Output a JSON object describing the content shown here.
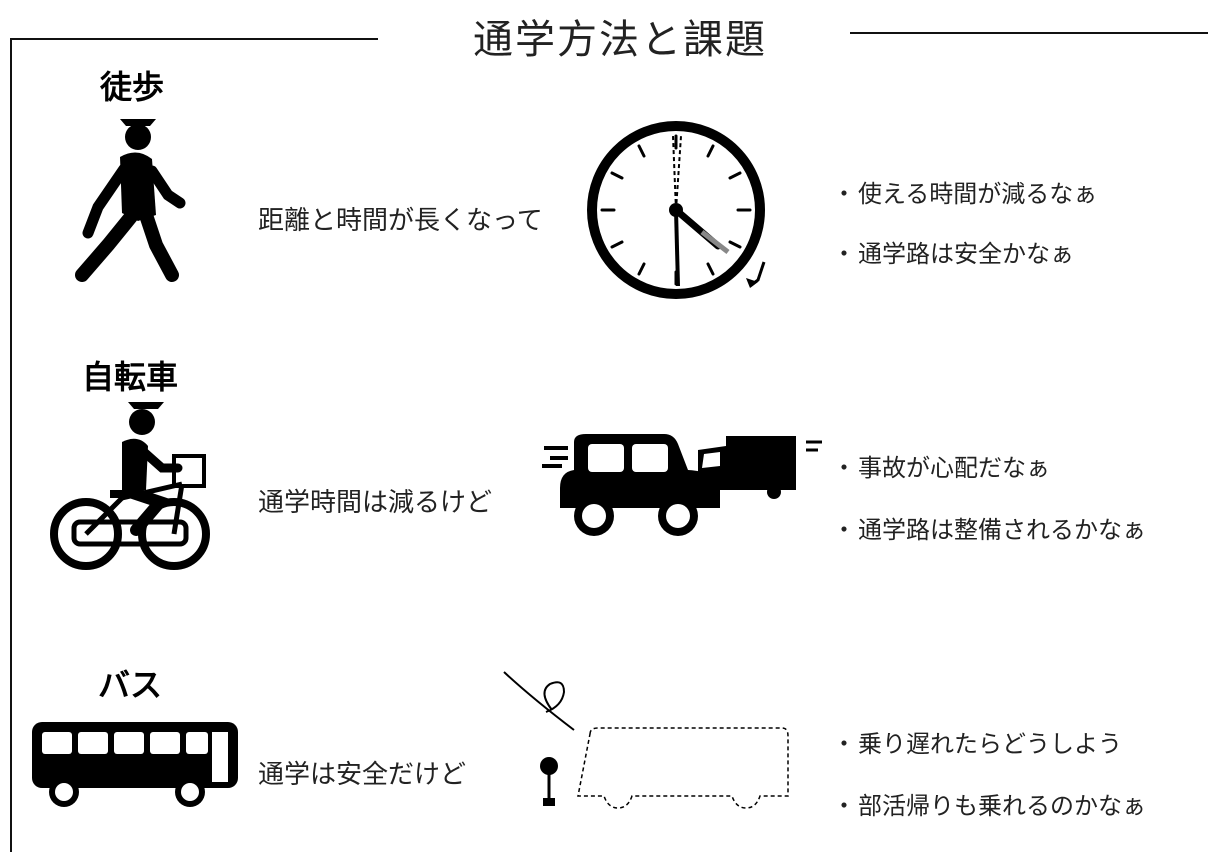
{
  "title": "通学方法と課題",
  "modes": [
    {
      "label": "徒歩",
      "icon": "walking-person-icon",
      "cause": "距離と時間が長くなって",
      "illustration": "clock-icon",
      "concerns": [
        "使える時間が減るなぁ",
        "通学路は安全かなぁ"
      ]
    },
    {
      "label": "自転車",
      "icon": "cyclist-icon",
      "cause": "通学時間は減るけど",
      "illustration": "car-and-truck-icon",
      "concerns": [
        "事故が心配だなぁ",
        "通学路は整備されるかなぁ"
      ]
    },
    {
      "label": "バス",
      "icon": "bus-icon",
      "cause": "通学は安全だけど",
      "illustration": "missed-bus-icon",
      "concerns": [
        "乗り遅れたらどうしよう",
        "部活帰りも乗れるのかなぁ"
      ]
    }
  ],
  "bullet": "・",
  "colors": {
    "ink": "#000000",
    "text": "#222222",
    "background": "#ffffff"
  }
}
